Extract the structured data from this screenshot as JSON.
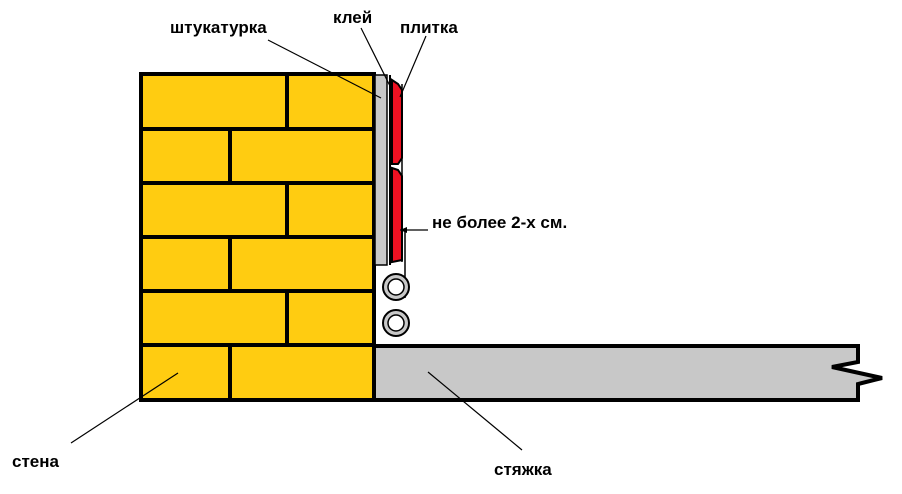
{
  "labels": {
    "plaster": "штукатурка",
    "glue": "клей",
    "tile": "плитка",
    "gap": "не более 2-х см.",
    "wall": "стена",
    "screed": "стяжка"
  },
  "colors": {
    "brick": "#FFCC11",
    "plaster": "#C8C8C8",
    "tile": "#EE1122",
    "screed": "#C8C8C8",
    "outline": "#000000"
  }
}
